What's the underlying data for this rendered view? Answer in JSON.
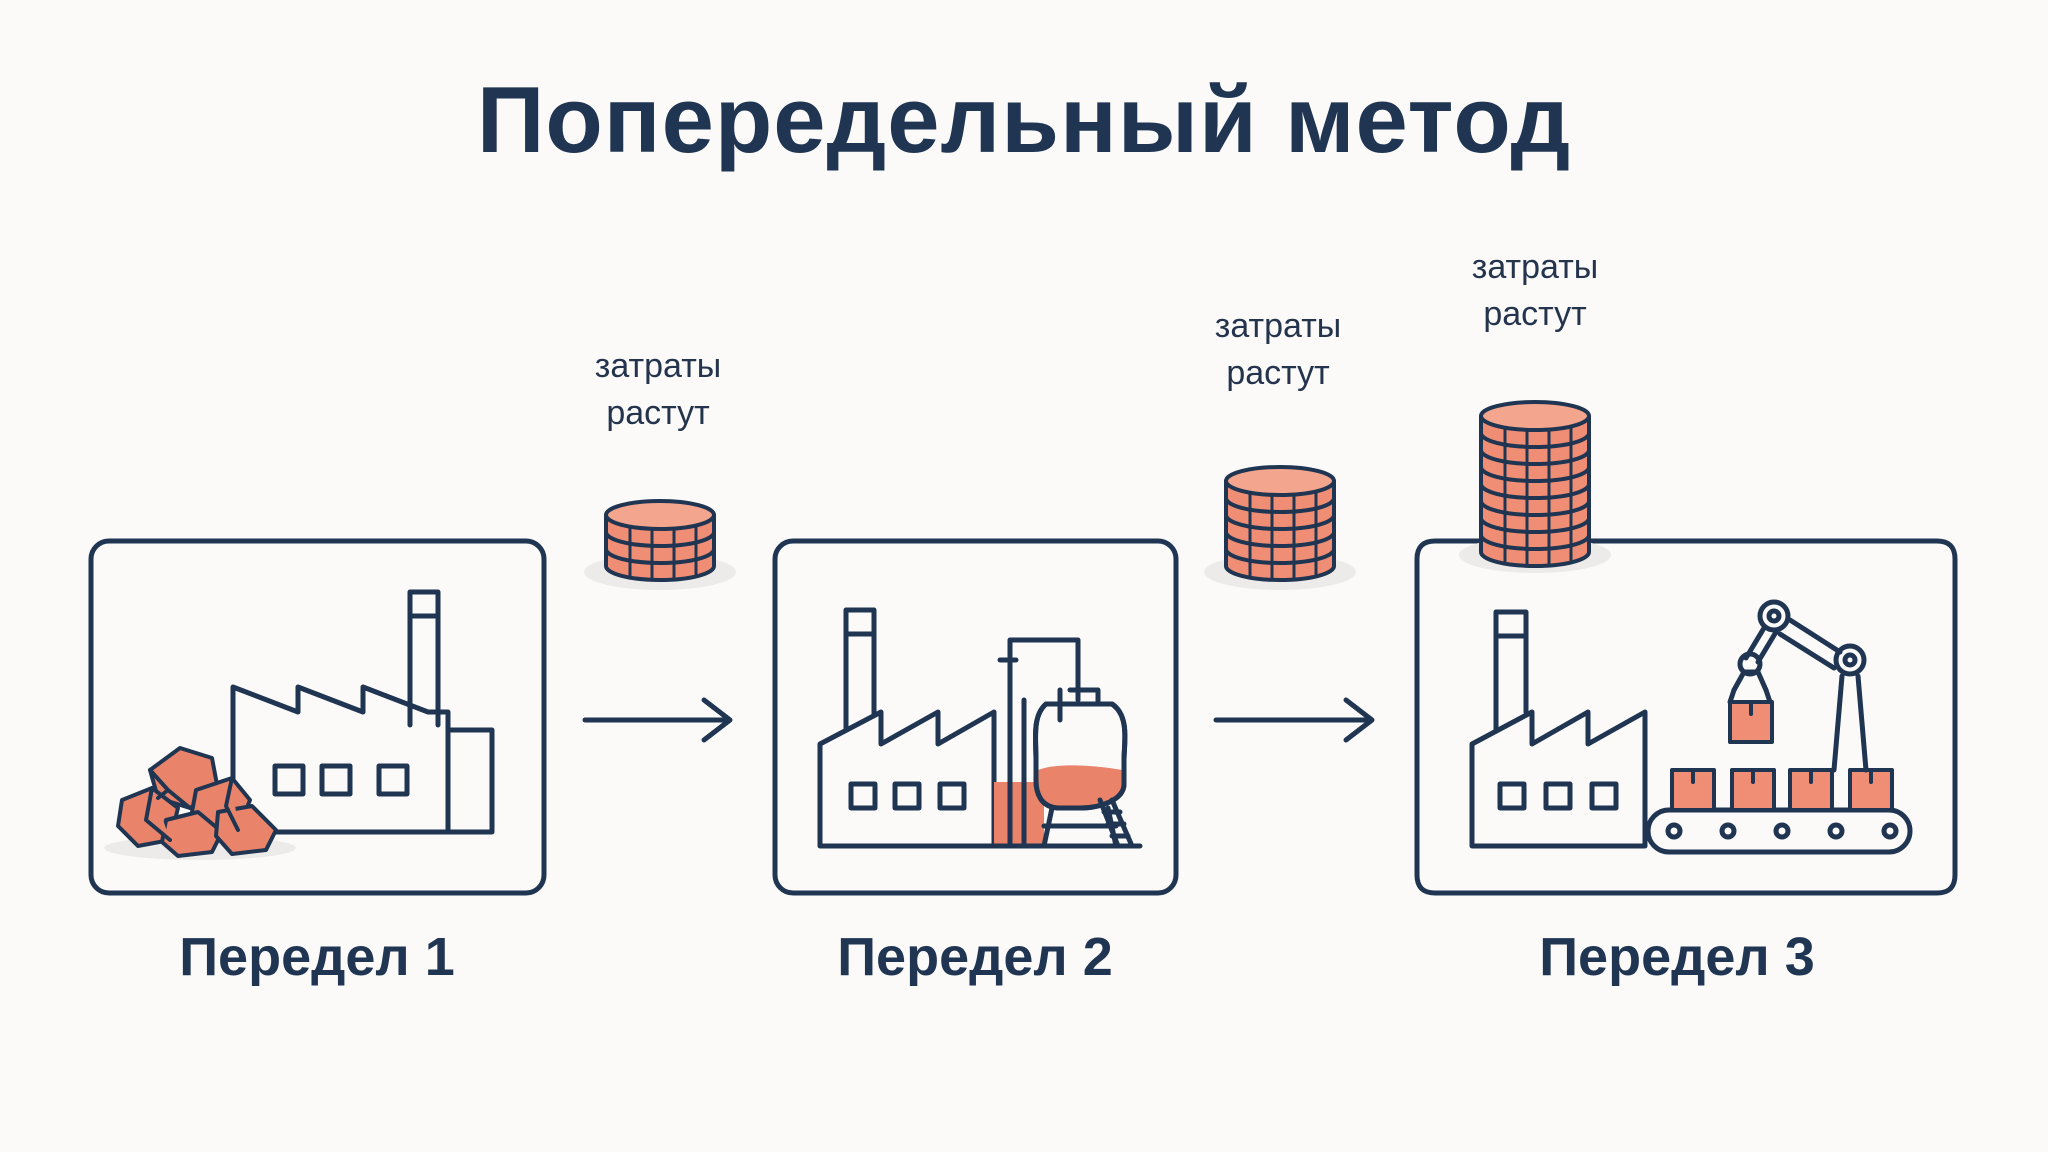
{
  "title": "Попередельный метод",
  "stages": [
    {
      "label": "Передел 1"
    },
    {
      "label": "Передел 2"
    },
    {
      "label": "Передел 3"
    }
  ],
  "cost_labels": [
    {
      "line1": "затраты",
      "line2": "растут",
      "coins": 3
    },
    {
      "line1": "затраты",
      "line2": "растут",
      "coins": 5
    },
    {
      "line1": "затраты",
      "line2": "растут",
      "coins": 8
    }
  ],
  "colors": {
    "ink": "#1f3552",
    "coin": "#ef8e74",
    "material": "#e9846a",
    "background": "#fbfaf9"
  }
}
